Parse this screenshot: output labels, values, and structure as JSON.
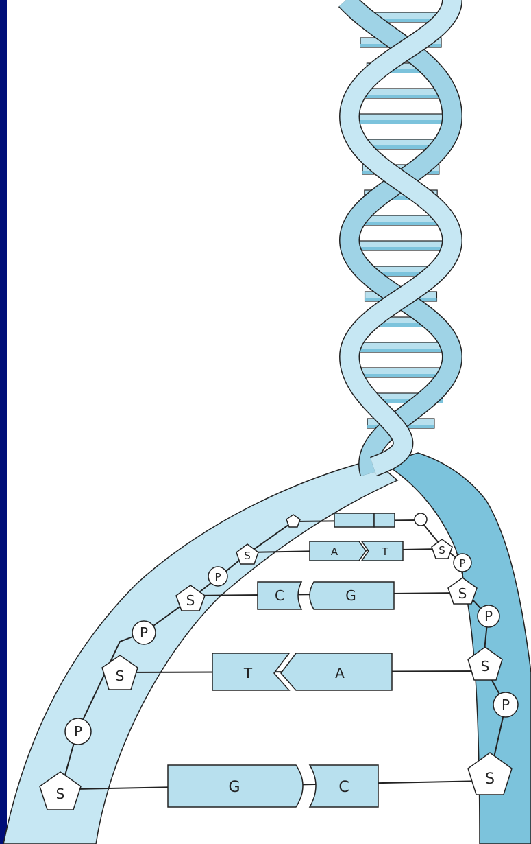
{
  "colors": {
    "frame": "#000e78",
    "canvas": "#ffffff",
    "strand_light": "#c6e7f3",
    "strand_mid": "#9fd3e6",
    "strand_dark": "#7cc3dc",
    "base_fill": "#b8e0ee",
    "outline": "#222222"
  },
  "legend": {
    "sugar": "S",
    "phosphate": "P"
  },
  "base_pairs": [
    {
      "left": "",
      "right": ""
    },
    {
      "left": "A",
      "right": "T"
    },
    {
      "left": "C",
      "right": "G"
    },
    {
      "left": "T",
      "right": "A"
    },
    {
      "left": "G",
      "right": "C"
    }
  ],
  "helix_rungs": 17
}
